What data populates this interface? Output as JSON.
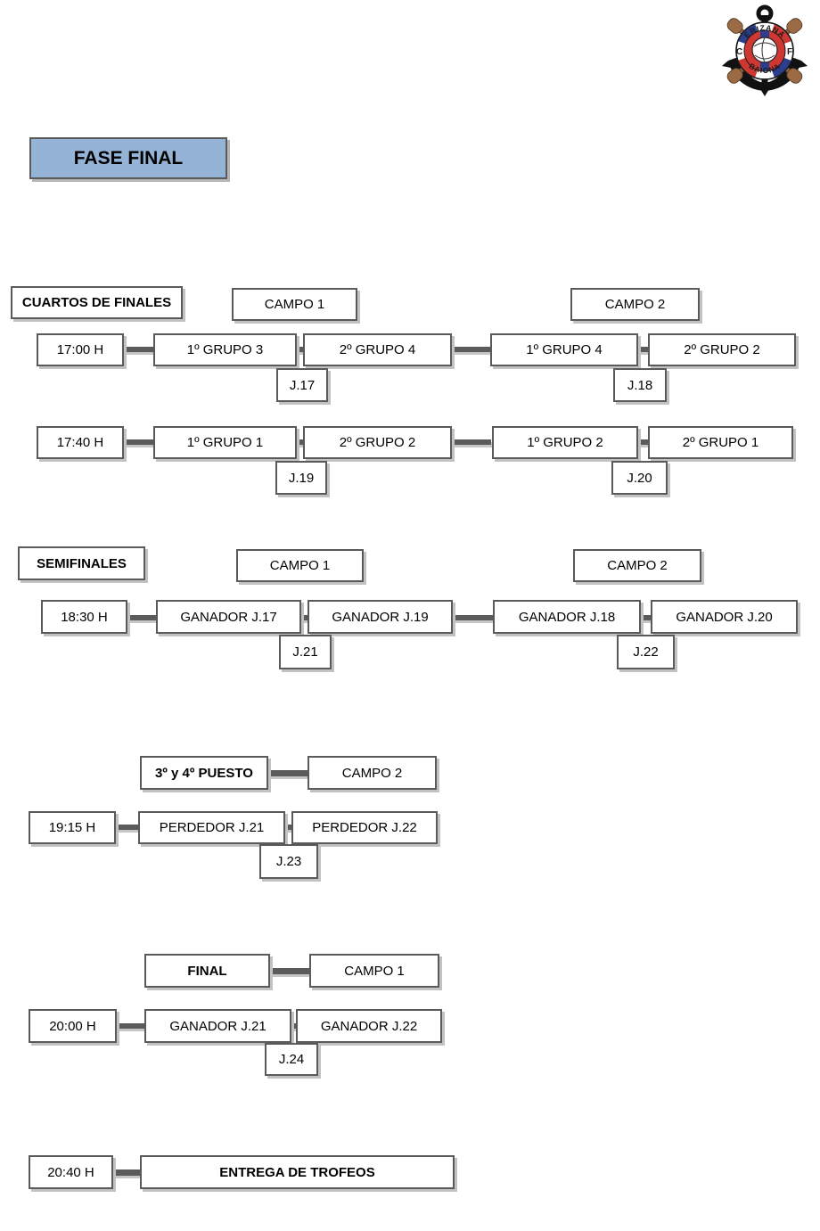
{
  "page_title": "FASE FINAL",
  "logo": {
    "name": "erizana-cf-baiona-crest",
    "top_text": "ERIZANA",
    "bottom_text": "BAIONA",
    "left_letter": "C",
    "right_letter": "F"
  },
  "colors": {
    "title_fill": "#95B3D7",
    "box_border": "#5a5a5a",
    "box_shadow": "#c2c2c2",
    "connector": "#5b5b5b",
    "crest_red": "#cf3832",
    "crest_blue": "#2c3f8e",
    "oar_brown": "#9c6b45"
  },
  "cuartos": {
    "header": "CUARTOS DE FINALES",
    "campo1": "CAMPO 1",
    "campo2": "CAMPO 2",
    "rows": [
      {
        "time": "17:00 H",
        "campo1_home": "1º GRUPO 3",
        "campo1_away": "2º GRUPO 4",
        "campo1_match": "J.17",
        "campo2_home": "1º GRUPO 4",
        "campo2_away": "2º GRUPO 2",
        "campo2_match": "J.18"
      },
      {
        "time": "17:40 H",
        "campo1_home": "1º GRUPO 1",
        "campo1_away": "2º GRUPO 2",
        "campo1_match": "J.19",
        "campo2_home": "1º GRUPO 2",
        "campo2_away": "2º GRUPO 1",
        "campo2_match": "J.20"
      }
    ]
  },
  "semifinales": {
    "header": "SEMIFINALES",
    "campo1": "CAMPO 1",
    "campo2": "CAMPO 2",
    "rows": [
      {
        "time": "18:30 H",
        "campo1_home": "GANADOR J.17",
        "campo1_away": "GANADOR J.19",
        "campo1_match": "J.21",
        "campo2_home": "GANADOR J.18",
        "campo2_away": "GANADOR J.20",
        "campo2_match": "J.22"
      }
    ]
  },
  "tercer_cuarto_puesto": {
    "header": "3º y 4º PUESTO",
    "campo": "CAMPO 2",
    "time": "19:15 H",
    "home": "PERDEDOR J.21",
    "away": "PERDEDOR J.22",
    "match": "J.23"
  },
  "final": {
    "header": "FINAL",
    "campo": "CAMPO 1",
    "time": "20:00 H",
    "home": "GANADOR J.21",
    "away": "GANADOR J.22",
    "match": "J.24"
  },
  "entrega": {
    "time": "20:40 H",
    "label": "ENTREGA DE TROFEOS"
  }
}
